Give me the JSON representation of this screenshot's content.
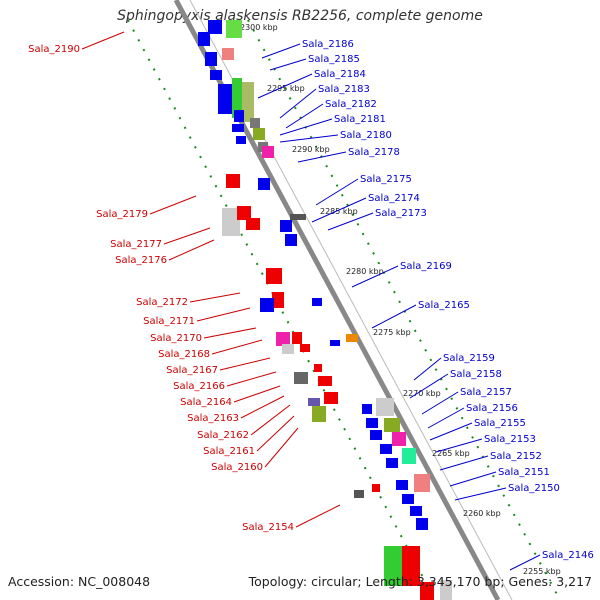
{
  "title": "Sphingopyxis alaskensis RB2256, complete genome",
  "accession": "Accession: NC_008048",
  "topology": "Topology: circular; Length: 3,345,170 bp; Genes: 3,217",
  "colors": {
    "forward_label": "#0000cc",
    "reverse_label": "#cc0000",
    "backbone": "#888888",
    "gc_dots": "#1a8a1a"
  },
  "kbp_ticks": [
    "2300 kbp",
    "2295 kbp",
    "2290 kbp",
    "2285 kbp",
    "2280 kbp",
    "2275 kbp",
    "2270 kbp",
    "2265 kbp",
    "2260 kbp",
    "2255 kbp"
  ],
  "right_labels": [
    "Sala_2186",
    "Sala_2185",
    "Sala_2184",
    "Sala_2183",
    "Sala_2182",
    "Sala_2181",
    "Sala_2180",
    "Sala_2178",
    "Sala_2175",
    "Sala_2174",
    "Sala_2173",
    "Sala_2169",
    "Sala_2165",
    "Sala_2159",
    "Sala_2158",
    "Sala_2157",
    "Sala_2156",
    "Sala_2155",
    "Sala_2153",
    "Sala_2152",
    "Sala_2151",
    "Sala_2150",
    "Sala_2146"
  ],
  "left_labels": [
    "Sala_2190",
    "Sala_2179",
    "Sala_2177",
    "Sala_2176",
    "Sala_2172",
    "Sala_2171",
    "Sala_2170",
    "Sala_2168",
    "Sala_2167",
    "Sala_2166",
    "Sala_2164",
    "Sala_2163",
    "Sala_2162",
    "Sala_2161",
    "Sala_2160",
    "Sala_2154"
  ]
}
